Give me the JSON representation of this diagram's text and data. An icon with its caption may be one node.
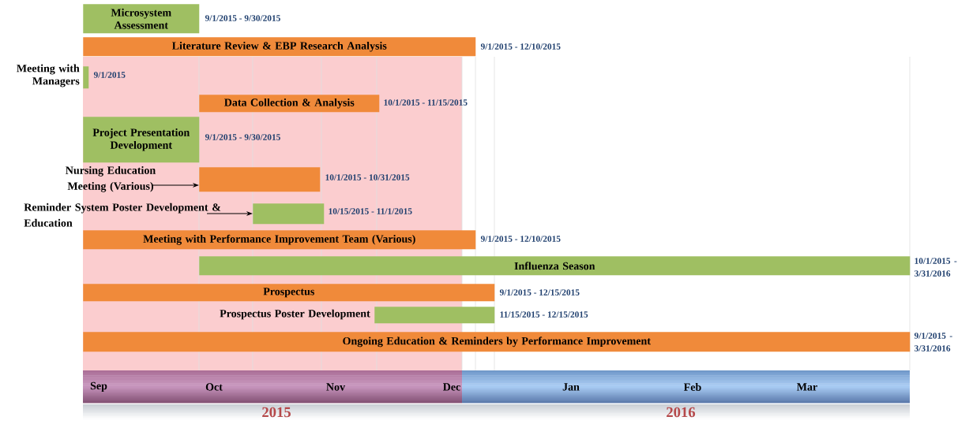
{
  "diagram": {
    "nodes": [
      {
        "text": [
          "Microsystem Assessment"
        ],
        "beside": [
          "9/1/2015 - 9/30/2015"
        ]
      },
      {
        "text": [
          "Literature Review & EBP Research Analysis"
        ],
        "beside": [
          "9/1/2015 - 12/10/2015"
        ]
      },
      {
        "text": [
          "Meeting with Managers"
        ],
        "beside": [
          "9/1/2015"
        ]
      },
      {
        "text": [
          "Data Collection & Analysis"
        ],
        "beside": [
          "10/1/2015 - 11/15/2015"
        ]
      },
      {
        "text": [
          "Project Presentation Development"
        ],
        "beside": [
          "9/1/2015 - 9/30/2015"
        ]
      },
      {
        "text": [
          "Nursing Education Meeting (Various)"
        ]
      },
      {
        "text": [],
        "shape": "bar",
        "beside": [
          "10/1/2015 - 10/31/2015"
        ]
      },
      {
        "text": [
          "Reminder System Poster Development & Education"
        ]
      },
      {
        "text": [],
        "shape": "bar",
        "beside": [
          "10/15/2015 - 11/1/2015"
        ]
      },
      {
        "text": [
          "Meeting with Performance Improvement Team (Various)"
        ],
        "beside": [
          "9/1/2015 - 12/10/2015"
        ]
      },
      {
        "text": [
          "Influenza Season"
        ],
        "beside": [
          "10/1/2015 - 3/31/2016"
        ]
      },
      {
        "text": [
          "Prospectus"
        ],
        "beside": [
          "9/1/2015 - 12/15/2015"
        ]
      },
      {
        "text": [
          "Prospectus Poster Development"
        ],
        "beside": [
          "11/15/2015 - 12/15/2015"
        ]
      },
      {
        "text": [
          "Ongoing Education & Reminders by Performance Improvement"
        ],
        "beside": [
          "9/1/2015 - 3/31/2016"
        ]
      }
    ],
    "edges": [
      {
        "from": 5,
        "to": 6,
        "arrow": "to"
      },
      {
        "from": 7,
        "to": 8,
        "arrow": "to"
      }
    ],
    "labels": [
      "Sep",
      "Oct",
      "Nov",
      "Dec",
      "Jan",
      "Feb",
      "Mar",
      "2015",
      "2016"
    ]
  }
}
